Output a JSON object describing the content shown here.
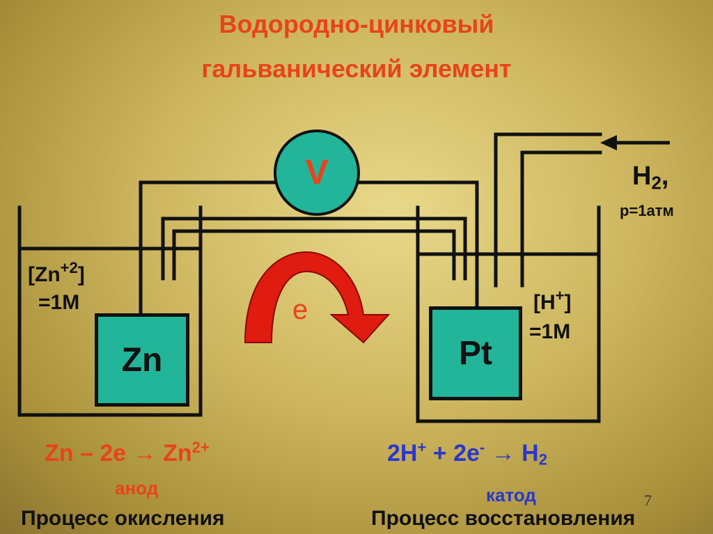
{
  "title": {
    "line1": "Водородно-цинковый",
    "line2": "гальванический элемент"
  },
  "voltmeter": {
    "label": "V"
  },
  "electron": {
    "label": "e"
  },
  "anode_cell": {
    "conc_line1": "[Zn",
    "conc_sup": "+2",
    "conc_close": "]",
    "conc_line2": "=1M",
    "electrode": "Zn"
  },
  "cathode_cell": {
    "conc_line1": "[H",
    "conc_sup": "+",
    "conc_close": "]",
    "conc_line2": "=1M",
    "electrode": "Pt"
  },
  "gas": {
    "formula": "H",
    "formula_sub": "2",
    "formula_comma": ",",
    "pressure": "p=1атм"
  },
  "anode_reaction": {
    "lhs": "Zn – 2e",
    "arrow": "→",
    "rhs": "Zn",
    "rhs_sup": "2+",
    "role": "анод",
    "process": "Процесс окисления"
  },
  "cathode_reaction": {
    "part1": "2H",
    "part1_sup": "+",
    "plus": " + 2e",
    "part2_sup": "-",
    "arrow": "→",
    "rhs": "H",
    "rhs_sub": "2",
    "role": "катод",
    "process": "Процесс восстановления"
  },
  "page_number": "7",
  "colors": {
    "accent_red": "#e8431c",
    "accent_blue": "#2a38c8",
    "electrode_fill": "#22b59a",
    "wire": "#111111"
  }
}
